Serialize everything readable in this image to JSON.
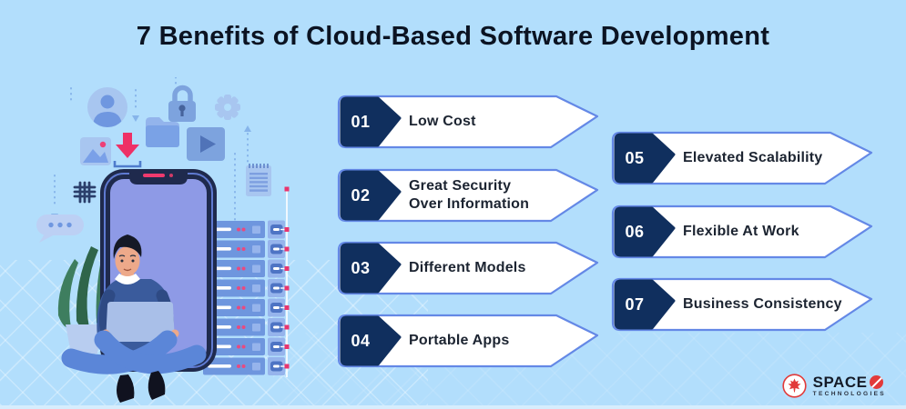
{
  "title": "7 Benefits of Cloud-Based Software Development",
  "benefits": [
    {
      "number": "01",
      "label": "Low Cost"
    },
    {
      "number": "02",
      "label": "Great Security\nOver Information"
    },
    {
      "number": "03",
      "label": "Different Models"
    },
    {
      "number": "04",
      "label": "Portable Apps"
    },
    {
      "number": "05",
      "label": "Elevated Scalability"
    },
    {
      "number": "06",
      "label": "Flexible At Work"
    },
    {
      "number": "07",
      "label": "Business Consistency"
    }
  ],
  "logo": {
    "brand": "SPACE",
    "tagline": "TECHNOLOGIES"
  },
  "illustration": {
    "icons": [
      "user-avatar-icon",
      "padlock-icon",
      "gear-icon",
      "folder-icon",
      "video-play-icon",
      "image-icon",
      "download-icon",
      "notepad-icon",
      "hash-pattern-icon",
      "chat-bubble-icon",
      "smartphone",
      "server-rack",
      "developer-character",
      "laptop",
      "plant",
      "connector-dots"
    ]
  },
  "colors": {
    "background": "#b2defc",
    "navy_badge": "#102f5e",
    "banner_border": "#6488e6",
    "banner_fill": "#ffffff",
    "accent_pink": "#ee3066",
    "logo_red": "#e23a3a",
    "phone_screen": "#8e9ae6",
    "server_blue": "#6e96de"
  }
}
